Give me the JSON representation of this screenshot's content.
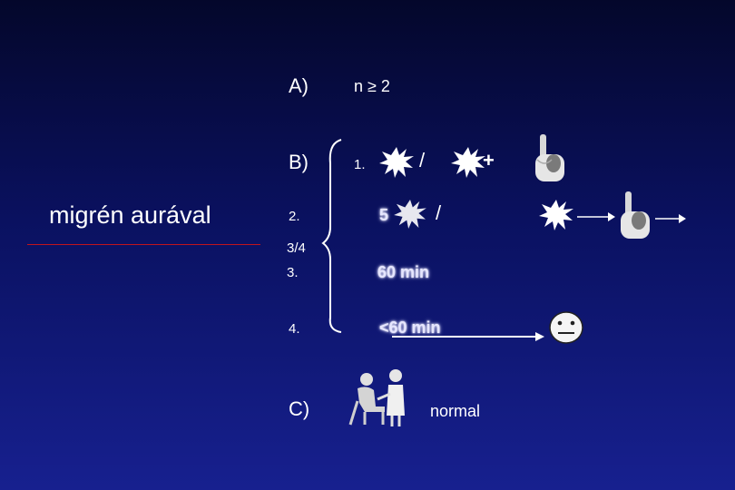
{
  "slide": {
    "title_left": "migrén aurával",
    "row_a": {
      "label": "A)",
      "criterion": "n ≥ 2"
    },
    "row_b": {
      "label": "B)",
      "item1": "1.",
      "slash1": "/",
      "plus": "+"
    },
    "row_2": {
      "num": "2.",
      "prefix": "5",
      "slash": "/"
    },
    "fraction": "3/4",
    "row_3": {
      "num": "3.",
      "text": "60 min"
    },
    "row_4": {
      "num": "4.",
      "text": "<60 min"
    },
    "row_c": {
      "label": "C)",
      "text": "normal"
    },
    "colors": {
      "underline": "#c0141c",
      "text": "#ffffff",
      "bg_top": "#04072b",
      "bg_bottom": "#17208f"
    },
    "icons": [
      "starburst-icon",
      "pointing-hand-icon",
      "smiley-face-icon",
      "doctor-patient-icon",
      "arrow-icon",
      "brace-icon"
    ]
  }
}
